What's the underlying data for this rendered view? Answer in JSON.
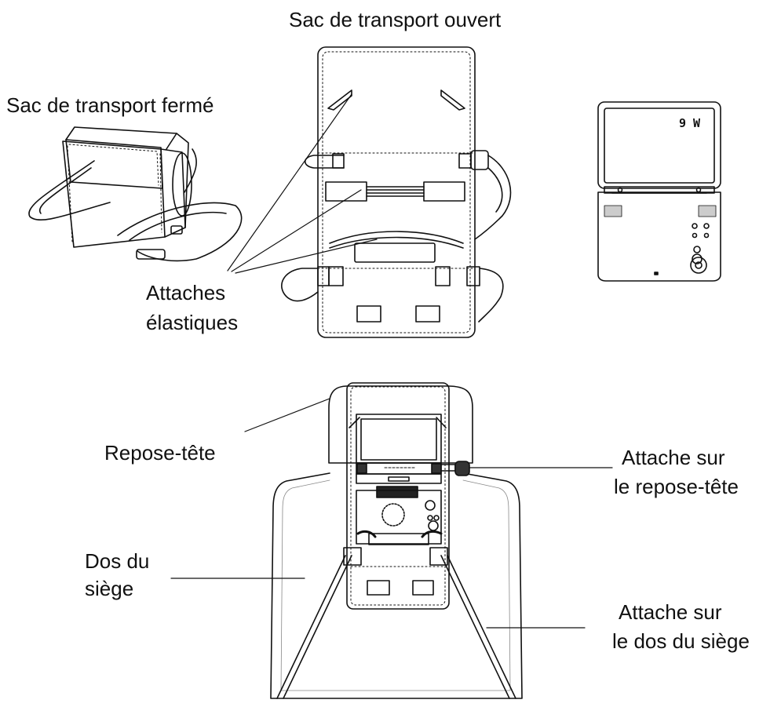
{
  "labels": {
    "bag_open": "Sac de transport ouvert",
    "bag_closed": "Sac de transport fermé",
    "elastic_line1": "Attaches",
    "elastic_line2": "élastiques",
    "headrest": "Repose-tête",
    "headrest_attach_line1": "Attache sur",
    "headrest_attach_line2": "le repose-tête",
    "seat_back_line1": "Dos du",
    "seat_back_line2": "siège",
    "seat_attach_line1": "Attache sur",
    "seat_attach_line2": "le dos du siège"
  },
  "player_screen_text": "9 W",
  "colors": {
    "ink": "#111111",
    "background": "#ffffff"
  }
}
